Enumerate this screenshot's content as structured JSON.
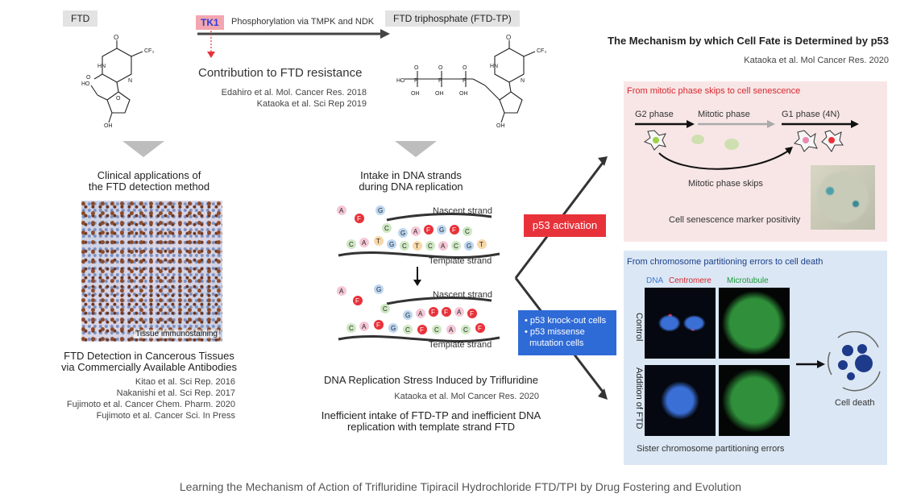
{
  "ftd_label": "FTD",
  "tk1_label": "TK1",
  "phosphorylation_label": "Phosphorylation via TMPK and NDK",
  "ftd_tp_label": "FTD triphosphate (FTD-TP)",
  "resistance_title": "Contribution to FTD resistance",
  "resistance_refs": [
    "Edahiro et al. Mol. Cancer Res. 2018",
    "Kataoka et al. Sci Rep 2019"
  ],
  "clinical_title": [
    "Clinical applications of",
    "the FTD detection method"
  ],
  "tissue_caption": "Tissue immunostaining",
  "detection_title": [
    "FTD Detection in Cancerous Tissues",
    "via Commercially Available Antibodies"
  ],
  "detection_refs": [
    "Kitao et al. Sci Rep. 2016",
    "Nakanishi et al. Sci Rep. 2017",
    "Fujimoto et al. Cancer Chem. Pharm. 2020",
    "Fujimoto et al. Cancer Sci. In Press"
  ],
  "intake_title": [
    "Intake in DNA strands",
    "during DNA replication"
  ],
  "nascent_strand": "Nascent strand",
  "template_strand": "Template strand",
  "stress_title": "DNA Replication Stress Induced by Trifluridine",
  "stress_ref": "Kataoka et al. Mol Cancer Res. 2020",
  "inefficient_text": [
    "Inefficient intake of FTD-TP and inefficient DNA",
    "replication with template strand FTD"
  ],
  "p53_activation": "p53 activation",
  "p53_knockout": [
    "• p53 knock-out cells",
    "• p53 missense",
    "  mutation cells"
  ],
  "mechanism_title": "The Mechanism by which Cell Fate is Determined by p53",
  "mechanism_ref": "Kataoka et al. Mol Cancer Res. 2020",
  "senescence_panel": {
    "title": "From mitotic phase skips to cell senescence",
    "g2": "G2 phase",
    "mitotic": "Mitotic phase",
    "g1": "G1 phase (4N)",
    "skips": "Mitotic phase skips",
    "marker": "Cell senescence marker positivity"
  },
  "death_panel": {
    "title": "From chromosome partitioning errors to cell death",
    "dna": "DNA",
    "centromere": "Centromere",
    "microtubule": "Microtubule",
    "control": "Control",
    "addition": "Addition of FTD",
    "sister": "Sister chromosome partitioning errors",
    "cell_death": "Cell death"
  },
  "footer": "Learning the Mechanism of Action of Trifluridine Tipiracil Hydrochloride FTD/TPI by Drug Fostering and Evolution",
  "chem": {
    "cf3": "CF₃",
    "o": "O",
    "hn": "HN",
    "n": "N",
    "ho": "HO",
    "oh": "OH",
    "p": "P"
  },
  "bases": {
    "a": "A",
    "f": "F",
    "g": "G",
    "c": "C",
    "t": "T"
  },
  "colors": {
    "tk1_bg": "#f4a6b0",
    "tk1_text": "#2a3fd6",
    "p53_red": "#e8323a",
    "p53_blue": "#2f6bd6",
    "pink_panel": "#f8e6e6",
    "blue_panel": "#dbe7f4",
    "blue_title": "#1b3f8a",
    "red_title": "#d6282f",
    "arrow_gray": "#bdbdbd"
  }
}
